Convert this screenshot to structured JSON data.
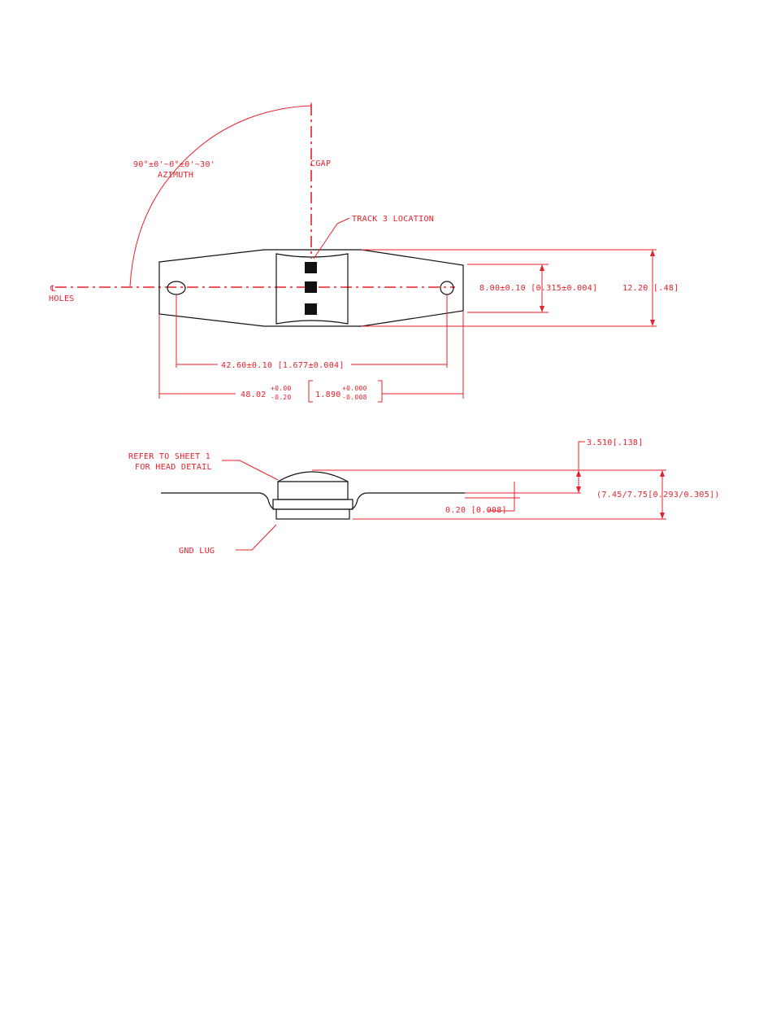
{
  "top_view": {
    "azimuth_tolerance": "90°±0'~0°±0'~30'",
    "azimuth_label": "AZIMUTH",
    "gap_label": "CGAP",
    "track_label": "TRACK 3 LOCATION",
    "centerline_symbol": "℄",
    "holes_label": "HOLES",
    "dim_inner_height": "8.00±0.10 [0.315±0.004]",
    "dim_outer_height": "12.20 [.48]",
    "dim_hole_spacing": "42.60±0.10 [1.677±0.004]",
    "dim_overall_main": "48.02",
    "dim_overall_tol_plus": "+0.00",
    "dim_overall_tol_minus": "-0.20",
    "dim_overall_inch_main": "1.890",
    "dim_overall_inch_tol_plus": "+0.000",
    "dim_overall_inch_tol_minus": "-0.008"
  },
  "side_view": {
    "refer_line1": "REFER TO SHEET 1",
    "refer_line2": "FOR HEAD DETAIL",
    "dim_top": "3.510[.138]",
    "dim_height": "(7.45/7.75[0.293/0.305])",
    "dim_small": "0.20 [0.008]",
    "gnd_lug": "GND LUG"
  },
  "colors": {
    "dimension": "#e8202a",
    "outline": "#111111",
    "background": "#ffffff"
  }
}
